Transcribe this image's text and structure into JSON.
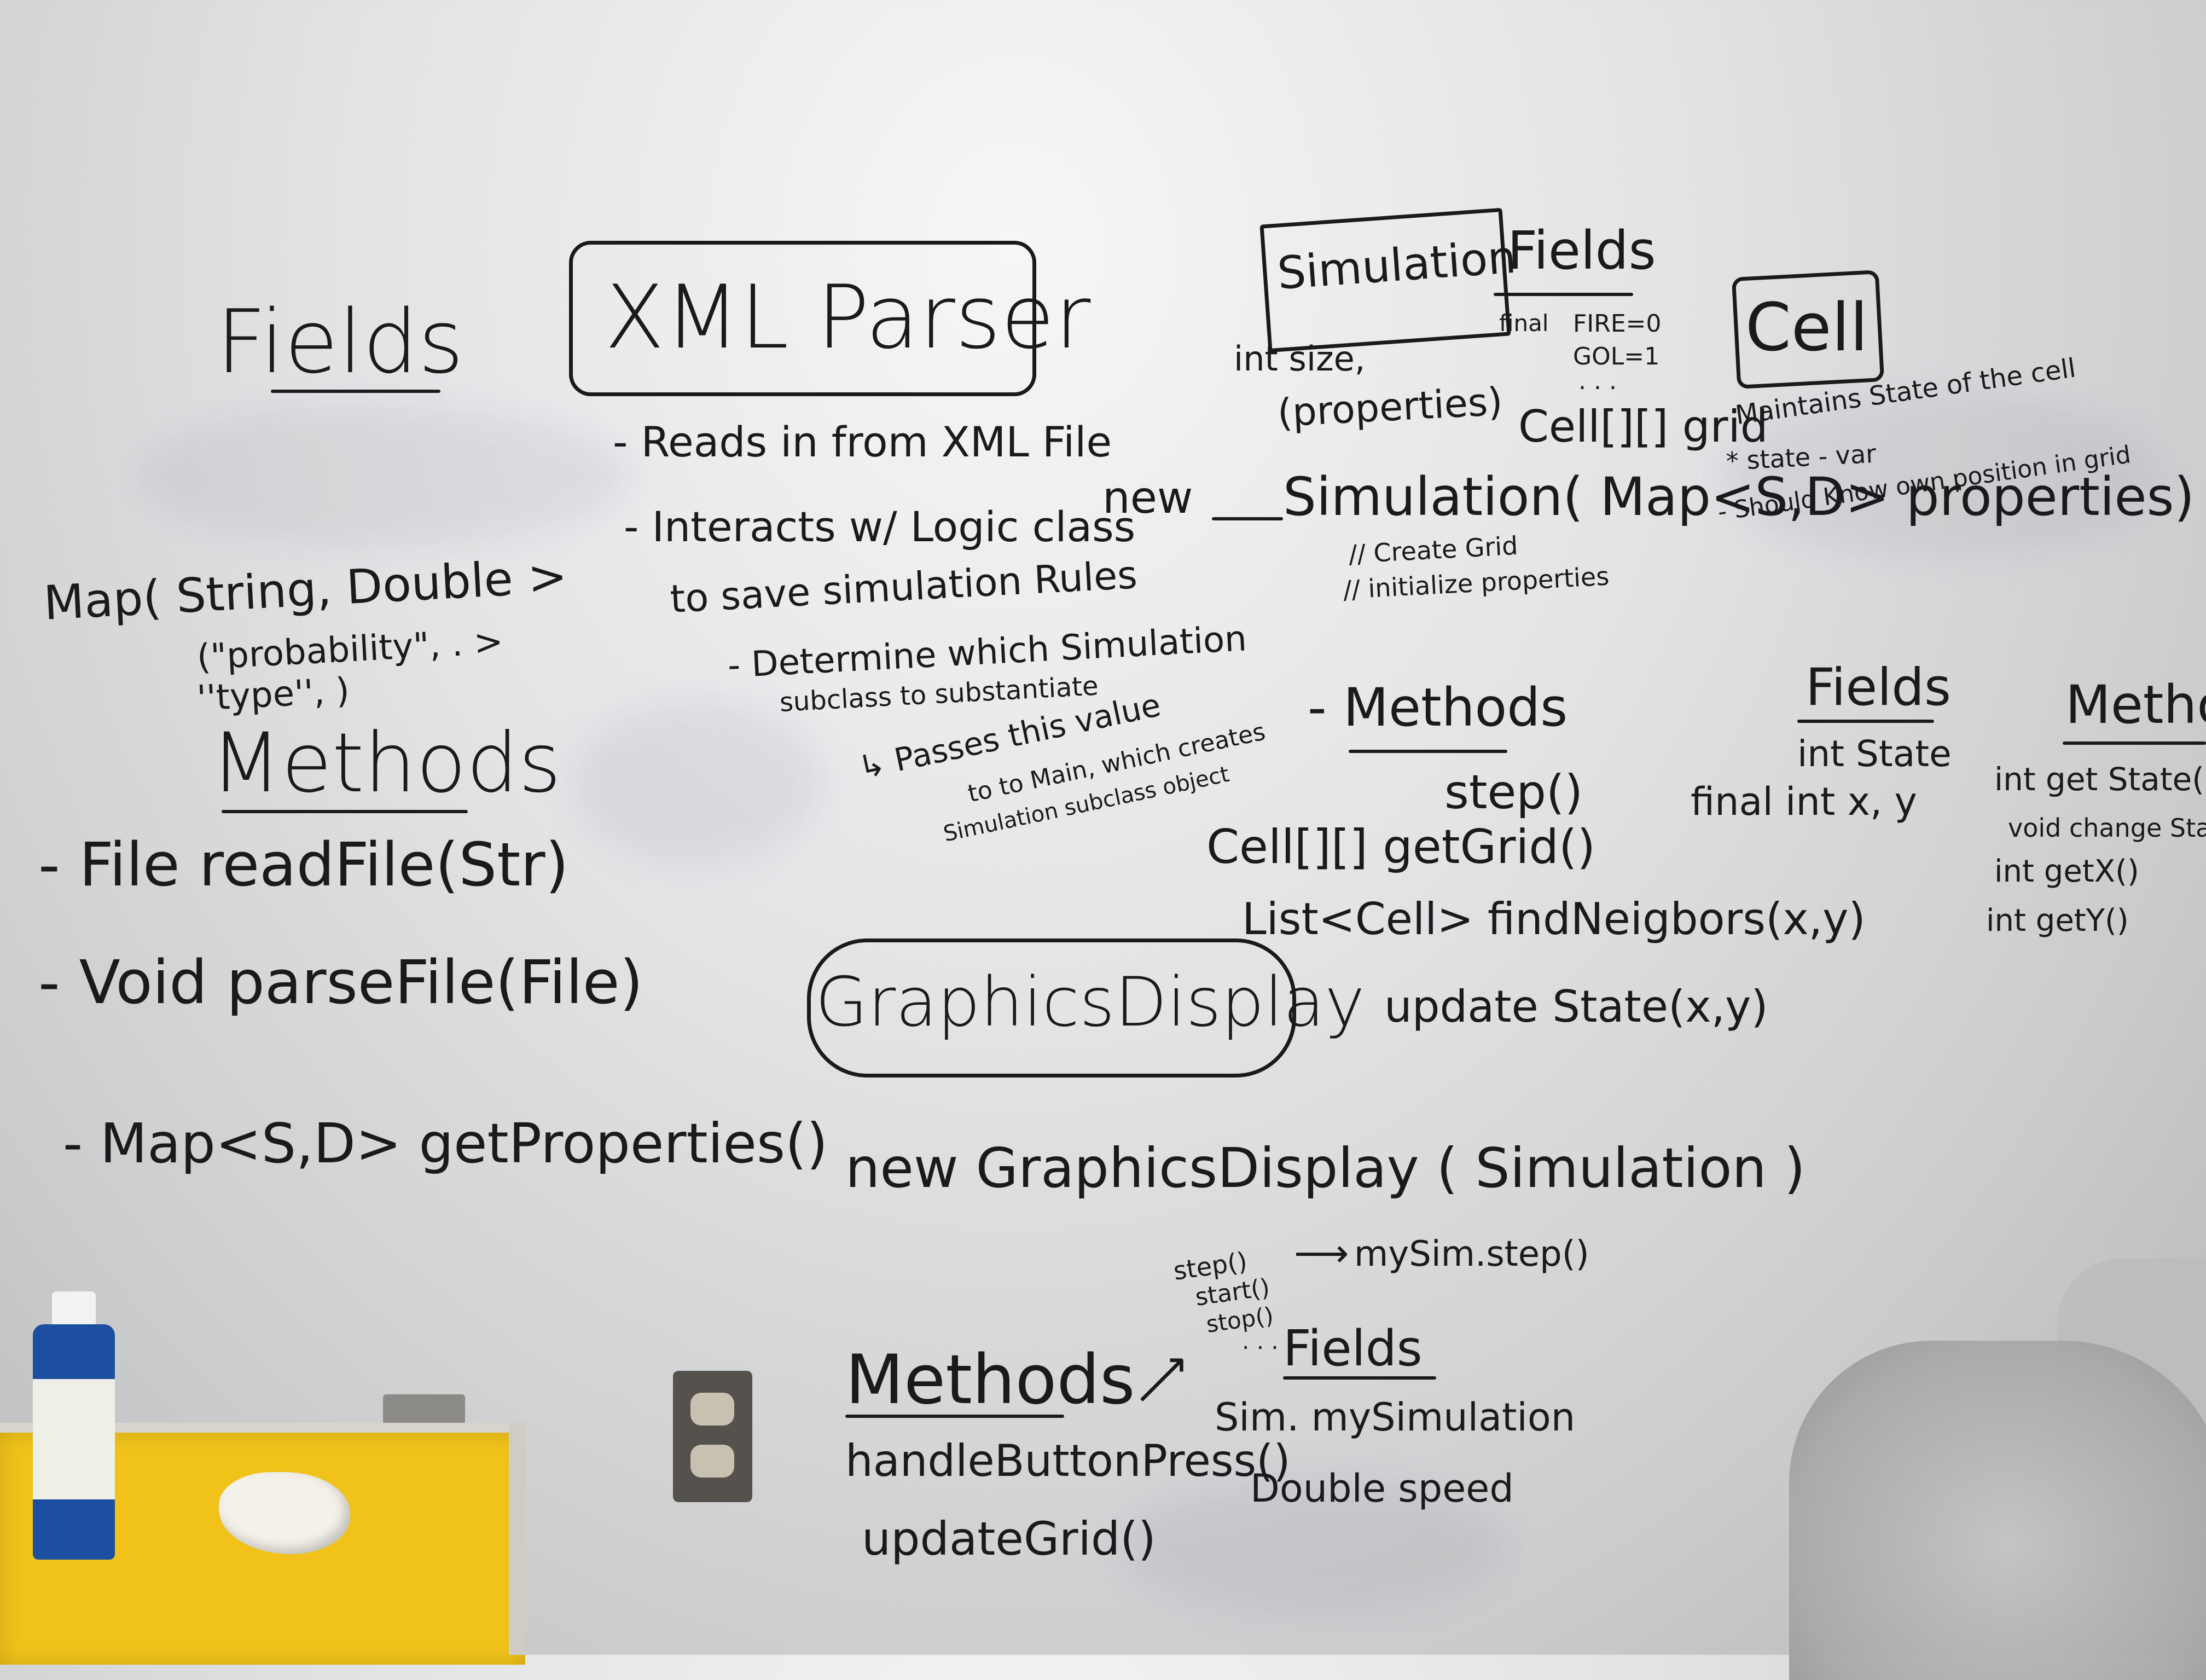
{
  "fields_left": {
    "title": "Fields",
    "map": "Map( String, Double >",
    "prob": "(\"probability\", . >",
    "type": "''type'', )"
  },
  "methods_left": {
    "title": "Methods",
    "m1": "- File readFile(Str)",
    "m2": "- Void parseFile(File)",
    "m3": "- Map<S,D> getProperties()"
  },
  "xml_parser": {
    "title": "XML Parser",
    "b1": "- Reads in from XML File",
    "b2": "- Interacts w/ Logic class",
    "b2b": "to save simulation Rules",
    "b3": "- Determine which Simulation",
    "b3b": "subclass to substantiate",
    "b4": "↳ Passes this value",
    "b4b": "to to Main, which creates",
    "b4c": "Simulation subclass object"
  },
  "simulation": {
    "title": "Simulation",
    "fields_title": "Fields",
    "f_final": "final",
    "f_fire": "FIRE=0",
    "f_gol": "GOL=1",
    "f_dots": ". . .",
    "int_size": "int size,",
    "properties": "(properties)",
    "grid": "Cell[][] grid",
    "new": "new",
    "ctor": "Simulation( Map<S,D> properties)",
    "c1": "// Create Grid",
    "c2": "// initialize properties",
    "methods_title": "- Methods",
    "m1": "step()",
    "m2": "Cell[][] getGrid()",
    "m3": "List<Cell> findNeigbors(x,y)",
    "m4": "update State(x,y)"
  },
  "cell": {
    "title": "Cell",
    "d1": "- Maintains State of the cell",
    "d2": "* state - var",
    "d3": "- Should Know own position in grid",
    "fields_title": "Fields",
    "f1": "int State",
    "f2": "final int x, y",
    "methods_title": "Methods",
    "m1": "int get State(",
    "m2": "void change State( in",
    "m3": "int getX()",
    "m4": "int getY()"
  },
  "graphics": {
    "title": "GraphicsDisplay",
    "ctor": "new GraphicsDisplay ( Simulation )",
    "b1": "step()",
    "b2": "start()",
    "b3": "stop()",
    "b4": ". . .",
    "arrow_target": "mySim.step()",
    "fields_title": "Fields",
    "f1": "Sim. mySimulation",
    "f2": "Double speed",
    "methods_title": "Methods",
    "m1": "handleButtonPress()",
    "m2": "updateGrid()"
  },
  "colors": {
    "ink": "#1a1a1c",
    "board": "#e1e3e5",
    "cabinet": "#f0c21a"
  }
}
